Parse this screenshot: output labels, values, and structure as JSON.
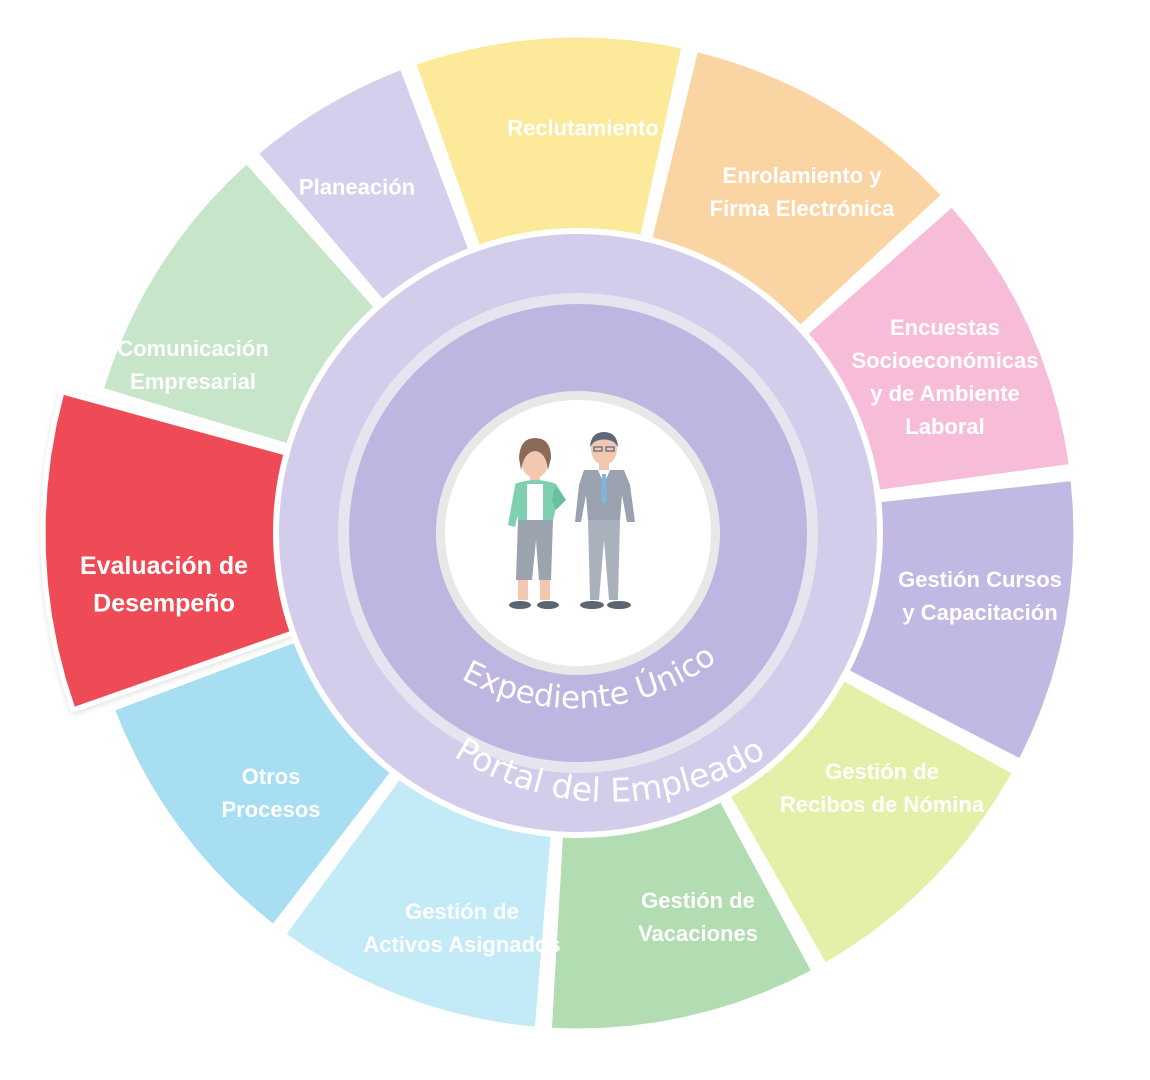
{
  "wheel": {
    "segments": [
      {
        "label_lines": [
          "Reclutamiento"
        ],
        "color": "#FCE99A",
        "highlighted": false
      },
      {
        "label_lines": [
          "Enrolamiento y",
          "Firma Electrónica"
        ],
        "color": "#FBD4A3",
        "highlighted": false
      },
      {
        "label_lines": [
          "Encuestas",
          "Socioeconómicas",
          "y de Ambiente",
          "Laboral"
        ],
        "color": "#F7BCD8",
        "highlighted": false
      },
      {
        "label_lines": [
          "Gestión Cursos",
          "y Capacitación"
        ],
        "color": "#C1B8E3",
        "highlighted": false
      },
      {
        "label_lines": [
          "Gestión de",
          "Recibos de Nómina"
        ],
        "color": "#E3F0A8",
        "highlighted": false
      },
      {
        "label_lines": [
          "Gestión de",
          "Vacaciones"
        ],
        "color": "#B2DDB2",
        "highlighted": false
      },
      {
        "label_lines": [
          "Gestión de",
          "Activos Asignados"
        ],
        "color": "#C3EAF7",
        "highlighted": false
      },
      {
        "label_lines": [
          "Otros",
          "Procesos"
        ],
        "color": "#A8DEF2",
        "highlighted": false
      },
      {
        "label_lines": [
          "Evaluación de",
          "Desempeño"
        ],
        "color": "#EF4C56",
        "highlighted": true
      },
      {
        "label_lines": [
          "Comunicación",
          "Empresarial"
        ],
        "color": "#C7E5C9",
        "highlighted": false
      },
      {
        "label_lines": [
          "Planeación"
        ],
        "color": "#D4CFEC",
        "highlighted": false
      }
    ],
    "outer_ring": {
      "label": "Portal del Empleado",
      "color": "#D3CDEB"
    },
    "inner_ring": {
      "label": "Expediente Único",
      "color": "#BEB5E0"
    },
    "center": {
      "figure_icons": [
        "woman-icon",
        "man-icon"
      ]
    },
    "colors": {
      "woman_jacket": "#7FCFB1",
      "man_suit": "#99A2AE",
      "pants": "#9AA3AE",
      "skin": "#F2C9B0",
      "hair": "#8C6A5A"
    }
  }
}
